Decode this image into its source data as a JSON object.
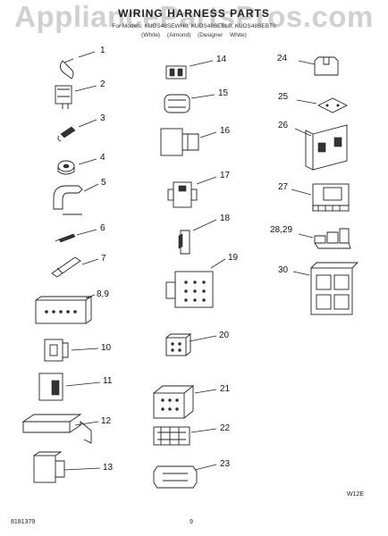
{
  "watermark": "AppliancePartsPros.com",
  "header": {
    "title": "WIRING HARNESS PARTS",
    "models": "For Models: KUDS48SEWH0, KUDS48SEBL0, KUDS48SEBT0",
    "colors": "(White)  (Almond)  (Designer White)"
  },
  "parts": [
    "1",
    "2",
    "3",
    "4",
    "5",
    "6",
    "7",
    "8,9",
    "10",
    "11",
    "12",
    "13",
    "14",
    "15",
    "16",
    "17",
    "18",
    "19",
    "20",
    "21",
    "22",
    "23",
    "24",
    "25",
    "26",
    "27",
    "28,29",
    "30"
  ],
  "footer": {
    "code": "W12E",
    "doc": "8181379",
    "page": "9"
  }
}
